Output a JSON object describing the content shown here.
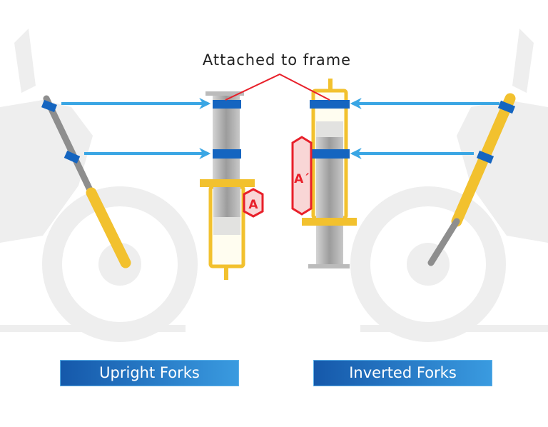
{
  "annotation": "Attached to frame",
  "labels": {
    "upright": "Upright Forks",
    "inverted": "Inverted Forks"
  },
  "markers": {
    "upright": "A",
    "inverted": "A´"
  },
  "colors": {
    "clamp": "#1565c0",
    "arrow": "#3aa6e4",
    "outer_tube": "#f2c12e",
    "inner_tube": "#a8a8a8",
    "marker": "#e8202a",
    "button": "#1e6bbd"
  }
}
